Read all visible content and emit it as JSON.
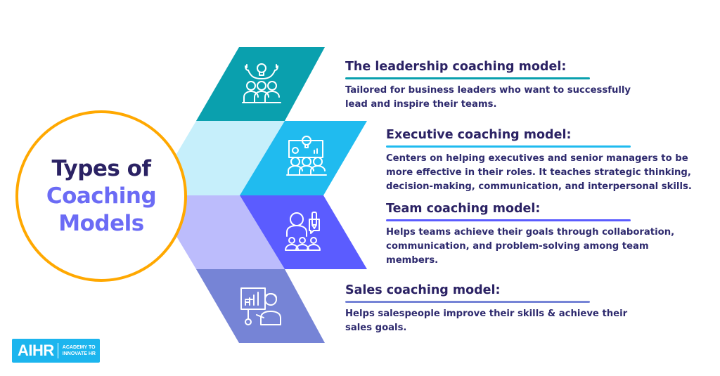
{
  "title": {
    "line1": "Types of",
    "line2": "Coaching",
    "line3": "Models"
  },
  "colors": {
    "navy": "#2B2264",
    "accent": "#6B6BF5",
    "circle_border": "#FFA800",
    "teal": "#0AA0AE",
    "light_cyan": "#C6EFFB",
    "blue": "#20BBEF",
    "light_purple": "#BCBCFC",
    "purple": "#5B5CFF",
    "slate": "#7684D6",
    "logo_bg": "#1CB5EE"
  },
  "models": [
    {
      "heading": "The leadership coaching model:",
      "lines": [
        "Tailored for business leaders who want to successfully",
        "lead and inspire their teams."
      ],
      "icon": "leaders-lightbulb-icon",
      "rule_color": "#0AA0AE"
    },
    {
      "heading": "Executive coaching model:",
      "lines": [
        "Centers on helping executives and senior managers to be",
        "more effective in their roles. It teaches strategic thinking,",
        "decision-making, communication, and interpersonal skills."
      ],
      "icon": "executive-meeting-icon",
      "rule_color": "#20BBEF"
    },
    {
      "heading": "Team coaching model:",
      "lines": [
        "Helps teams achieve their goals through collaboration,",
        "communication, and problem-solving among team",
        "members."
      ],
      "icon": "team-coach-icon",
      "rule_color": "#5B5CFF"
    },
    {
      "heading": "Sales coaching model:",
      "lines": [
        "Helps salespeople improve their skills & achieve their",
        "sales goals."
      ],
      "icon": "sales-presentation-icon",
      "rule_color": "#7684D6"
    }
  ],
  "logo": {
    "mark": "AIHR",
    "sub_line1": "ACADEMY TO",
    "sub_line2": "INNOVATE HR"
  }
}
